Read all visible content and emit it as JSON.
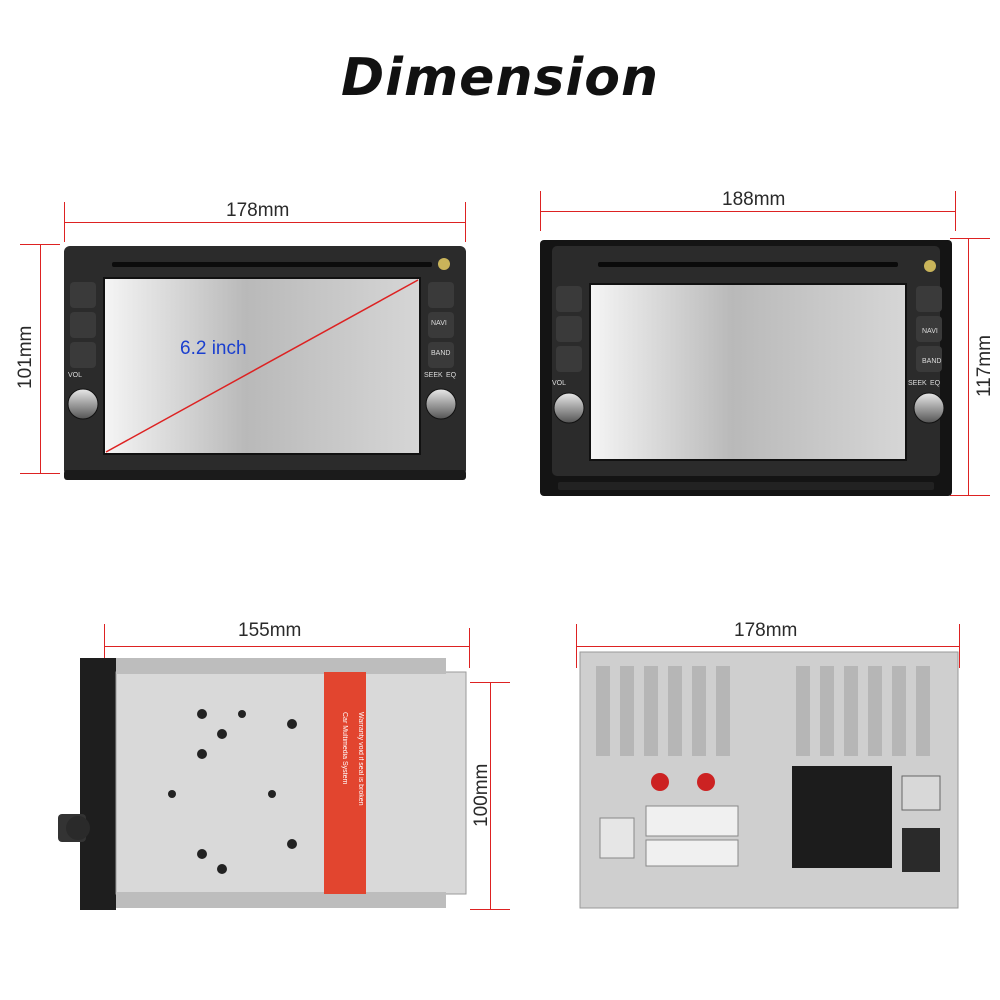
{
  "title": "Dimension",
  "front_view": {
    "width_label": "178mm",
    "height_label": "101mm",
    "screen_size_label": "6.2 inch",
    "buttons": {
      "navi": "NAVI",
      "band": "BAND",
      "vol": "VOL",
      "seek": "SEEK",
      "eq": "EQ"
    }
  },
  "frame_view": {
    "width_label": "188mm",
    "height_label": "117mm",
    "buttons": {
      "navi": "NAVI",
      "band": "BAND",
      "vol": "VOL",
      "seek": "SEEK",
      "eq": "EQ"
    }
  },
  "side_view": {
    "depth_label": "155mm",
    "height_label": "100mm",
    "sticker_lines": [
      "Car Multimedia System",
      "Warranty void if seal is broken"
    ]
  },
  "rear_view": {
    "width_label": "178mm"
  },
  "colors": {
    "dimension_line": "#dd2222",
    "title": "#111111"
  }
}
